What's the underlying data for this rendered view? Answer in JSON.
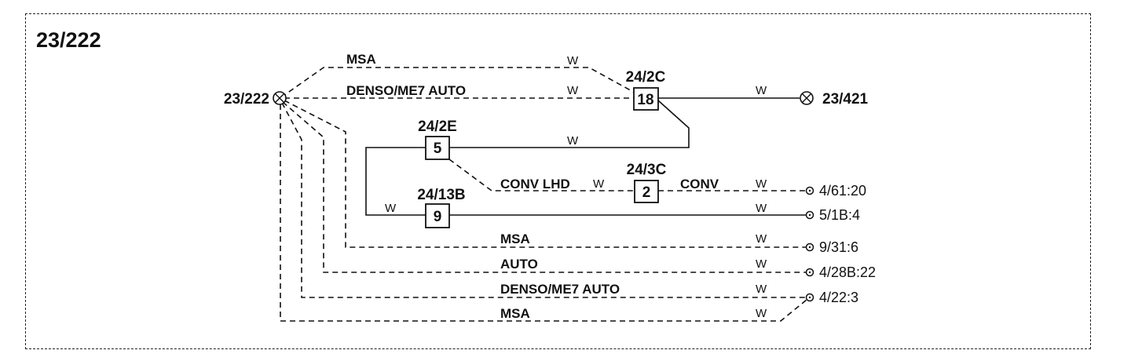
{
  "title": "23/222",
  "origin": {
    "label": "23/222"
  },
  "target_connector": {
    "label": "23/421"
  },
  "splices": [
    {
      "id": "24/2C",
      "pin": "18"
    },
    {
      "id": "24/2E",
      "pin": "5"
    },
    {
      "id": "24/3C",
      "pin": "2"
    },
    {
      "id": "24/13B",
      "pin": "9"
    }
  ],
  "wire_color": "W",
  "wire_labels": {
    "top_msa": "MSA",
    "top_denso": "DENSO/ME7 AUTO",
    "conv_lhd": "CONV LHD",
    "conv": "CONV",
    "msa": "MSA",
    "auto": "AUTO",
    "denso": "DENSO/ME7 AUTO",
    "bottom_msa": "MSA"
  },
  "terminals": [
    "4/61:20",
    "5/1B:4",
    "9/31:6",
    "4/28B:22",
    "4/22:3"
  ]
}
